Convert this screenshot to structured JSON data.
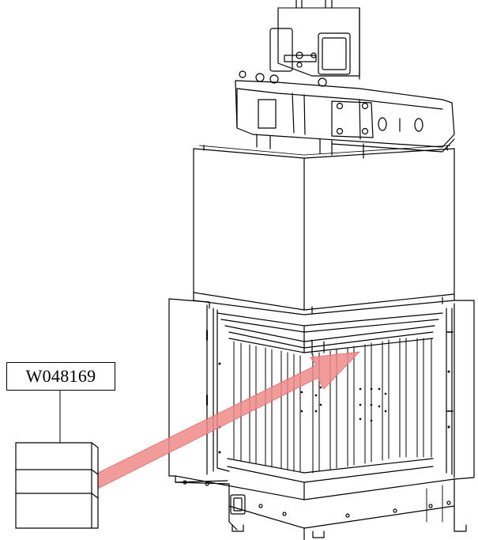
{
  "part_label": {
    "code": "W048169"
  },
  "colors": {
    "line": "#000000",
    "arrow_fill": "#f08a8a",
    "arrow_edge": "#e06a6a",
    "background": "#ffffff"
  },
  "icons": [
    "fireplace-unit",
    "replacement-panel",
    "insertion-arrow"
  ]
}
